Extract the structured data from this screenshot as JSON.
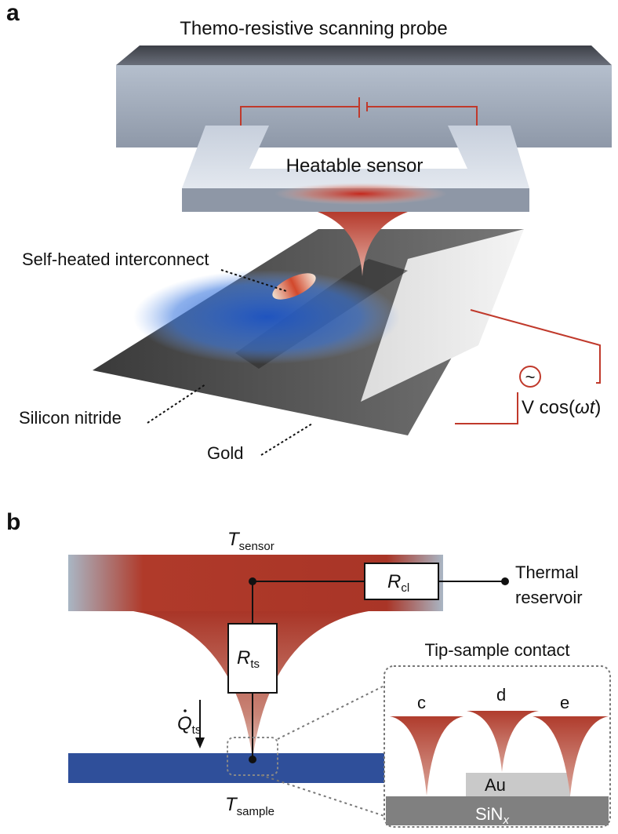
{
  "panel_a": {
    "letter": "a",
    "probe_title": "Themo-resistive scanning probe",
    "sensor_label": "Heatable sensor",
    "interconnect_label": "Self-heated interconnect",
    "nitride_label": "Silicon nitride",
    "gold_label": "Gold",
    "ac_source_symbol": "~",
    "voltage_label": {
      "prefix": "V cos(",
      "omega": "ω",
      "t": "t",
      "suffix": ")"
    }
  },
  "panel_b": {
    "letter": "b",
    "t_sensor": {
      "main": "T",
      "sub": "sensor"
    },
    "t_sample": {
      "main": "T",
      "sub": "sample"
    },
    "r_cl": {
      "main": "R",
      "sub": "cl"
    },
    "r_ts": {
      "main": "R",
      "sub": "ts"
    },
    "q_ts": {
      "main": "Q",
      "sub": "ts"
    },
    "reservoir_line1": "Thermal",
    "reservoir_line2": "reservoir",
    "inset_title": "Tip-sample contact",
    "tip_c": "c",
    "tip_d": "d",
    "tip_e": "e",
    "au_label": "Au",
    "sinx": {
      "main": "SiN",
      "sub": "x"
    }
  },
  "colors": {
    "heat_red": "#b5362a",
    "sample_blue": "#2f4f9a",
    "circuit_red": "#c0392b",
    "probe_gray": "#a9b3c3"
  }
}
